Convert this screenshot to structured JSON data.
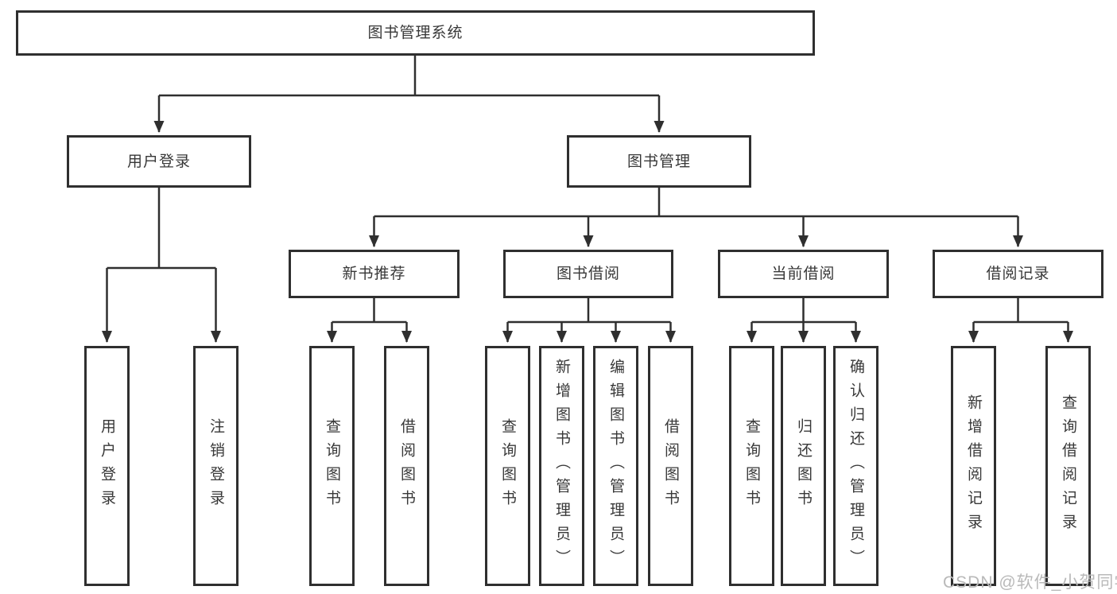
{
  "tree": {
    "root": {
      "label": "图书管理系统"
    },
    "branches": [
      {
        "label": "用户登录",
        "children": [
          {
            "label": "用户登录"
          },
          {
            "label": "注销登录"
          }
        ]
      },
      {
        "label": "图书管理",
        "children": [
          {
            "label": "新书推荐",
            "children": [
              {
                "label": "查询图书"
              },
              {
                "label": "借阅图书"
              }
            ]
          },
          {
            "label": "图书借阅",
            "children": [
              {
                "label": "查询图书"
              },
              {
                "label": "新增图书（管理员）"
              },
              {
                "label": "编辑图书（管理员）"
              },
              {
                "label": "借阅图书"
              }
            ]
          },
          {
            "label": "当前借阅",
            "children": [
              {
                "label": "查询图书"
              },
              {
                "label": "归还图书"
              },
              {
                "label": "确认归还（管理员）"
              }
            ]
          },
          {
            "label": "借阅记录",
            "children": [
              {
                "label": "新增借阅记录"
              },
              {
                "label": "查询借阅记录"
              }
            ]
          }
        ]
      }
    ]
  },
  "watermark": {
    "text": "CSDN @软件_小贺同学"
  },
  "colors": {
    "line": "#2f2f2f",
    "text": "#383838",
    "watermark": "#b9b9b9",
    "background": "#ffffff"
  }
}
